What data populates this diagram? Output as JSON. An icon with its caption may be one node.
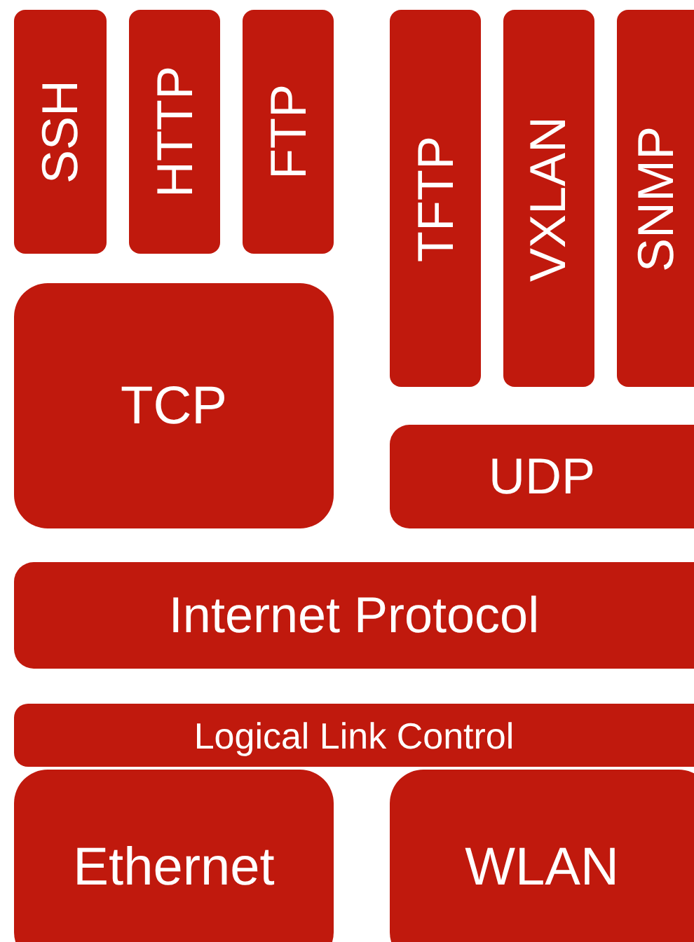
{
  "diagram": {
    "nodes": [
      {
        "text": [
          "SSH"
        ]
      },
      {
        "text": [
          "HTTP"
        ]
      },
      {
        "text": [
          "FTP"
        ]
      },
      {
        "text": [
          "TFTP"
        ]
      },
      {
        "text": [
          "VXLAN"
        ]
      },
      {
        "text": [
          "SNMP"
        ]
      },
      {
        "text": [
          "TCP"
        ]
      },
      {
        "text": [
          "UDP"
        ]
      },
      {
        "text": [
          "Internet Protocol"
        ]
      },
      {
        "text": [
          "Logical Link Control"
        ]
      },
      {
        "text": [
          "Ethernet"
        ]
      },
      {
        "text": [
          "WLAN"
        ]
      }
    ]
  }
}
